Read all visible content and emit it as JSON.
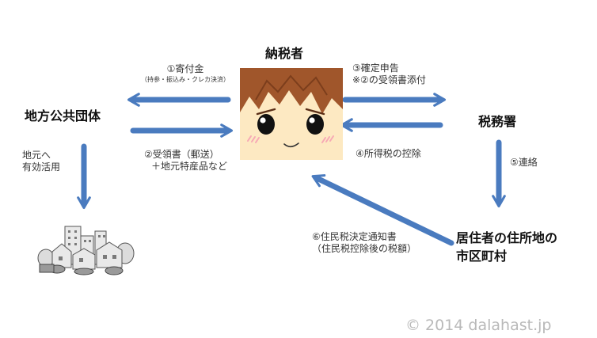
{
  "nodes": {
    "taxpayer": "納税者",
    "local_government": "地方公共団体",
    "tax_office": "税務署",
    "residence_municipality_line1": "居住者の住所地の",
    "residence_municipality_line2": "市区町村"
  },
  "flows": {
    "donation": {
      "main": "①寄付金",
      "sub": "（持参・振込み・クレカ決済）"
    },
    "receipt": {
      "line1": "②受領書（郵送）",
      "line2": "＋地元特産品など"
    },
    "tax_return": {
      "line1": "③確定申告",
      "line2": "※②の受領書添付"
    },
    "income_tax_deduction": "④所得税の控除",
    "contact": "⑤連絡",
    "resident_tax_notice": {
      "line1": "⑥住民税決定通知書",
      "line2": "（住民税控除後の税額）"
    },
    "local_use": {
      "line1": "地元へ",
      "line2": "有効活用"
    }
  },
  "copyright": "© 2014 dalahast.jp",
  "colors": {
    "arrow": "#4a7bbf",
    "face_bg": "#fde9c2",
    "hair": "#a0562b",
    "cheek": "#f7a9b5"
  },
  "icons": [
    "taxpayer-face-icon",
    "town-buildings-icon"
  ]
}
